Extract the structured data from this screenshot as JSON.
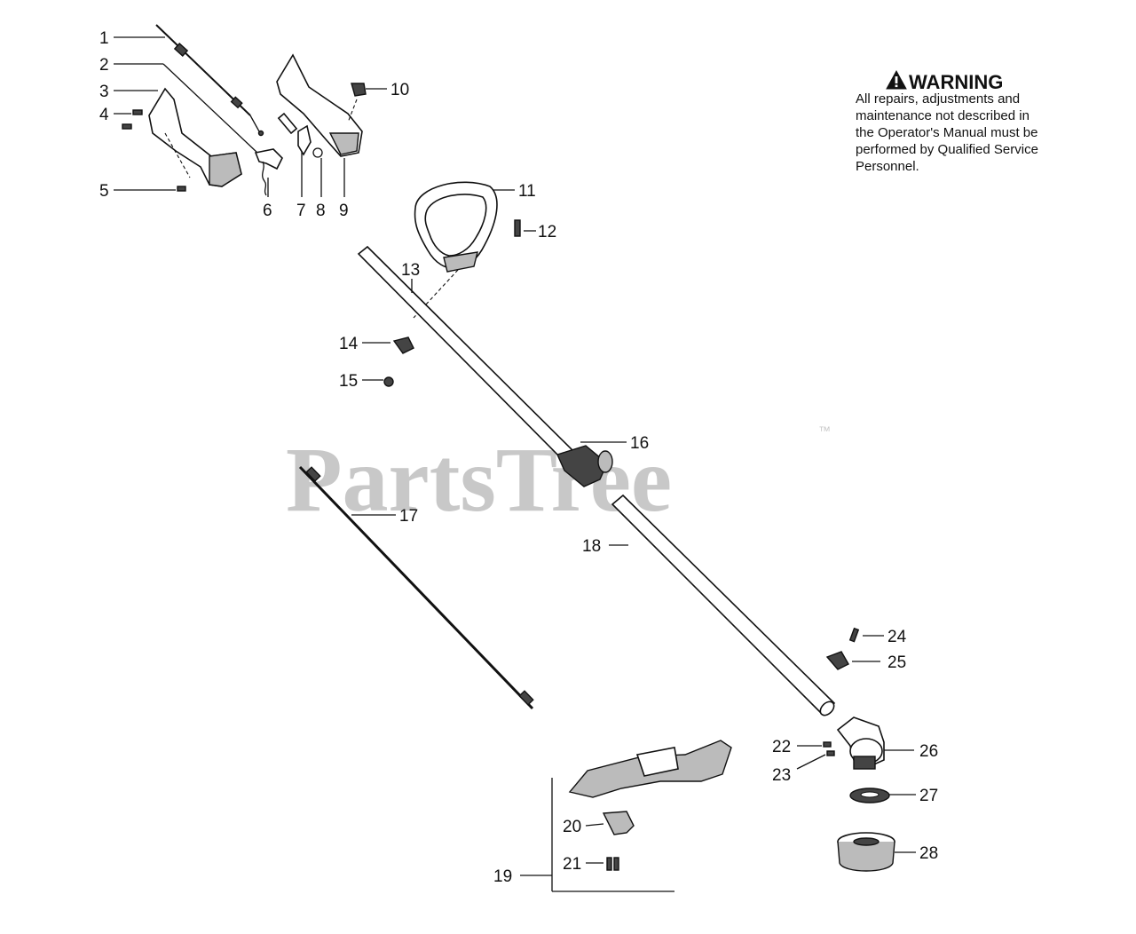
{
  "watermark": {
    "text": "PartsTree",
    "trademark": "™"
  },
  "warning": {
    "icon": "warning-triangle-icon",
    "title": "WARNING",
    "lines": [
      "All repairs, adjustments and",
      "maintenance not described in",
      "the Operator's Manual must be",
      "performed by Qualified Service",
      "Personnel."
    ]
  },
  "callouts": [
    "1",
    "2",
    "3",
    "4",
    "5",
    "6",
    "7",
    "8",
    "9",
    "10",
    "11",
    "12",
    "13",
    "14",
    "15",
    "16",
    "17",
    "18",
    "19",
    "20",
    "21",
    "22",
    "23",
    "24",
    "25",
    "26",
    "27",
    "28"
  ]
}
